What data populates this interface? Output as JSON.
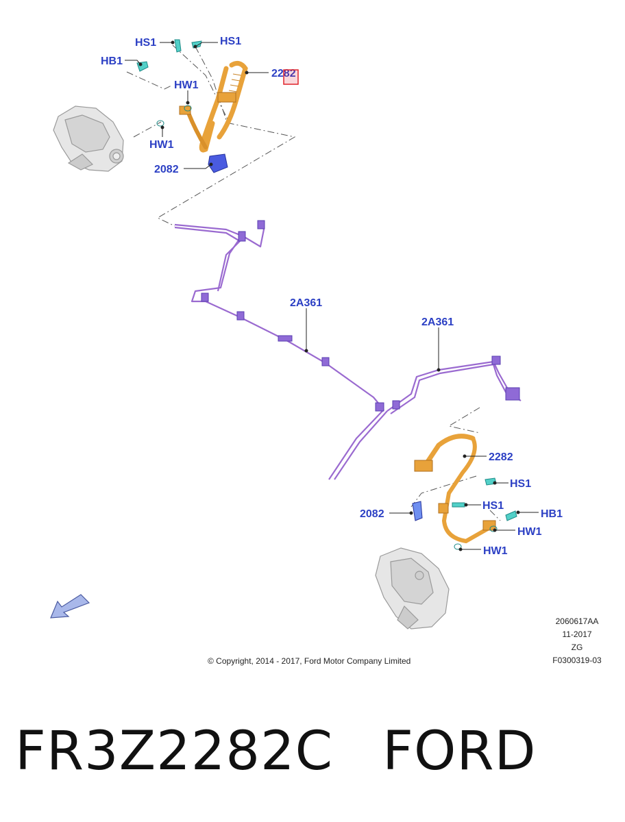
{
  "callouts": {
    "hs1_top_left": "HS1",
    "hs1_top_right": "HS1",
    "hb1_top": "HB1",
    "hw1_top_upper": "HW1",
    "hw1_top_lower": "HW1",
    "p2282_top": "2282",
    "p2082_top": "2082",
    "p2a361_left": "2A361",
    "p2a361_right": "2A361",
    "p2282_bottom": "2282",
    "hs1_bottom_upper": "HS1",
    "hs1_bottom_lower": "HS1",
    "p2082_bottom": "2082",
    "hb1_bottom": "HB1",
    "hw1_bottom_upper": "HW1",
    "hw1_bottom_lower": "HW1"
  },
  "meta": {
    "code": "2060617AA",
    "date": "11-2017",
    "region": "ZG",
    "ref": "F0300319-03"
  },
  "copyright": "© Copyright, 2014 - 2017, Ford Motor Company Limited",
  "footer": {
    "part_number": "FR3Z2282C",
    "brand": "FORD"
  },
  "colors": {
    "callout": "#2b3fc4",
    "hose": "#e8a23a",
    "brake_line": "#9a6ad0",
    "bracket": "#4a5be0",
    "fastener": "#52d0c8",
    "highlight": "#e0232a"
  }
}
